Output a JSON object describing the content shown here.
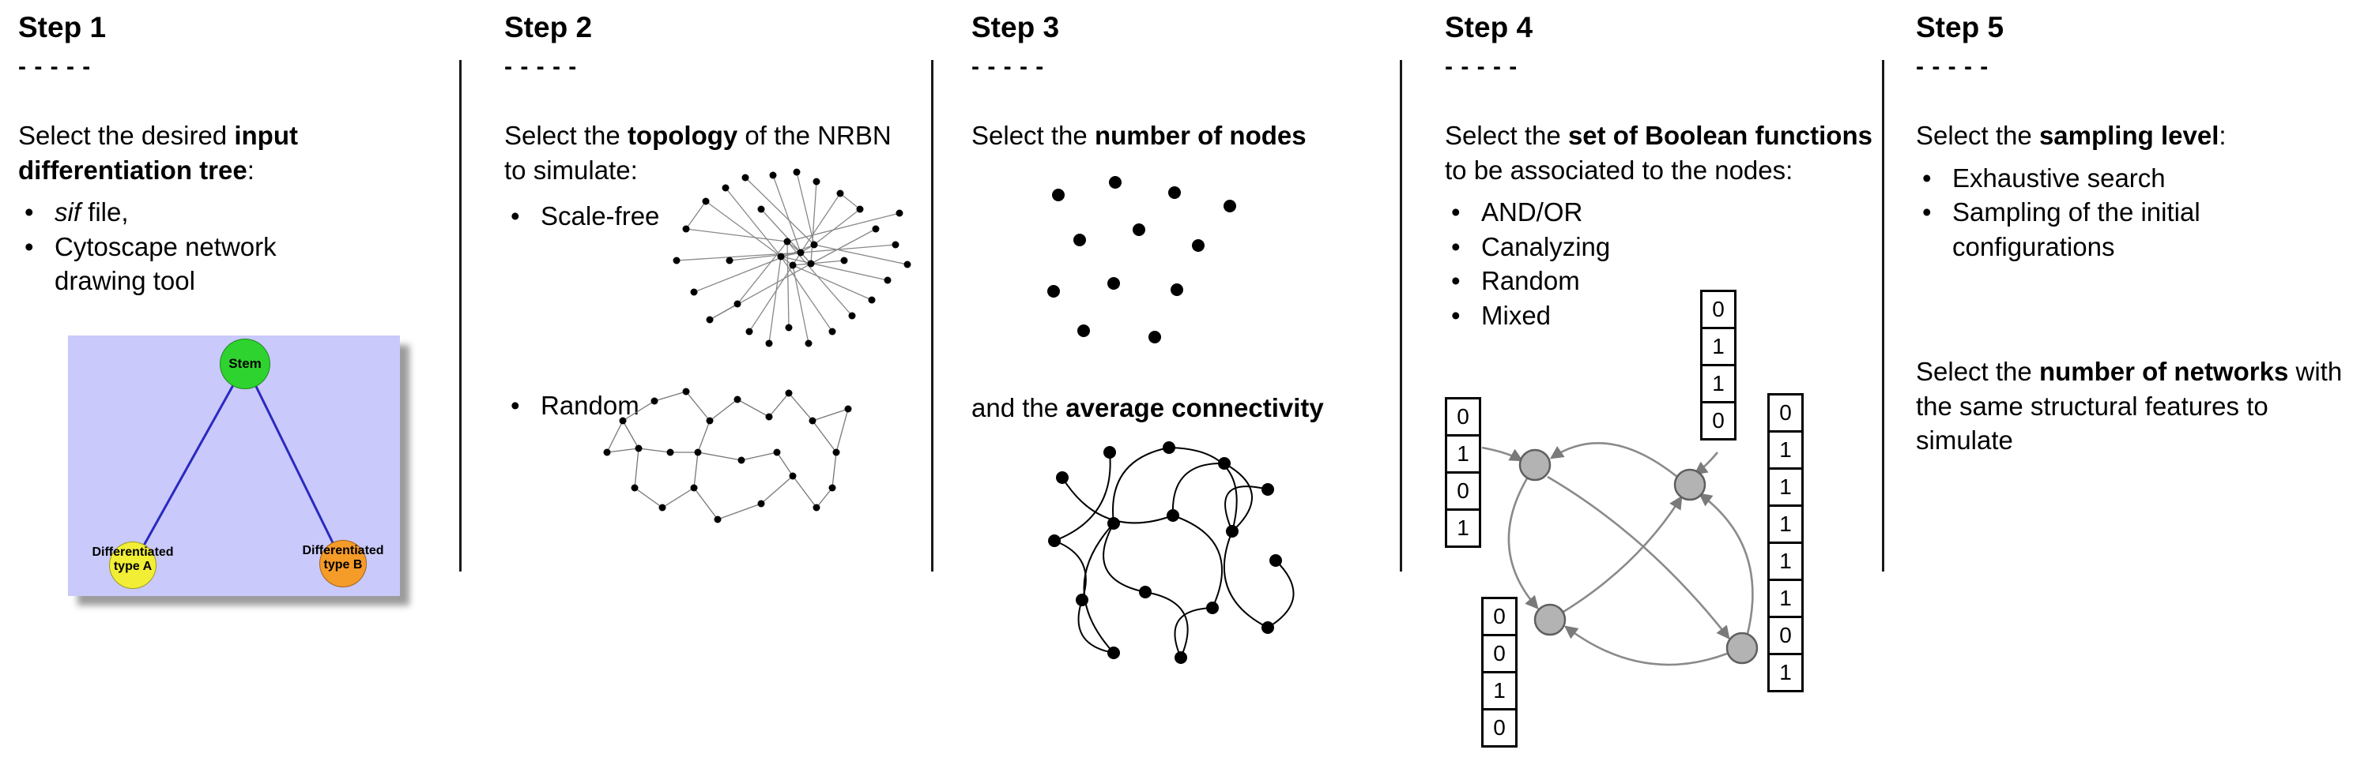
{
  "bullet_char": "•",
  "steps": [
    {
      "title": "Step 1",
      "dashes": "- - - - -",
      "intro_pre": "Select the desired ",
      "intro_bold": "input differentiation tree",
      "intro_post": ":",
      "bullet1_italic": "sif",
      "bullet1_rest": " file,",
      "bullet2": "Cytoscape network drawing tool",
      "tree": {
        "root_label": "Stem",
        "left_label_line1": "Differentiated",
        "left_label_line2": "type A",
        "right_label_line1": "Differentiated",
        "right_label_line2": "type B",
        "background_color": "#c9c9fb",
        "root_color": "#2fd32f",
        "left_color": "#f2ee35",
        "right_color": "#f59b28",
        "edge_color": "#2929c0"
      }
    },
    {
      "title": "Step 2",
      "dashes": "- - - - -",
      "intro_pre": "Select the ",
      "intro_bold": "topology",
      "intro_post": " of the NRBN to simulate:",
      "bullets": [
        "Scale-free",
        "Random"
      ]
    },
    {
      "title": "Step 3",
      "dashes": "- - - - -",
      "line1_pre": "Select the ",
      "line1_bold": "number of nodes",
      "line2_pre": "and the ",
      "line2_bold": "average connectivity"
    },
    {
      "title": "Step 4",
      "dashes": "- - - - -",
      "intro_pre": "Select the ",
      "intro_bold": "set of Boolean functions",
      "intro_post": " to be associated to the nodes:",
      "bullets": [
        "AND/OR",
        "Canalyzing",
        "Random",
        "Mixed"
      ],
      "truth_tables": {
        "left": [
          "0",
          "1",
          "0",
          "1"
        ],
        "top": [
          "0",
          "1",
          "1",
          "0"
        ],
        "bottom": [
          "0",
          "0",
          "1",
          "0"
        ],
        "right": [
          "0",
          "1",
          "1",
          "1",
          "1",
          "1",
          "0",
          "1"
        ]
      }
    },
    {
      "title": "Step 5",
      "dashes": "- - - - -",
      "intro_pre": "Select the ",
      "intro_bold": "sampling level",
      "intro_post": ":",
      "bullets": [
        "Exhaustive search",
        "Sampling of the initial configurations"
      ],
      "networks_pre": "Select the ",
      "networks_bold": "number of networks",
      "networks_post": " with the same structural features to simulate"
    }
  ]
}
